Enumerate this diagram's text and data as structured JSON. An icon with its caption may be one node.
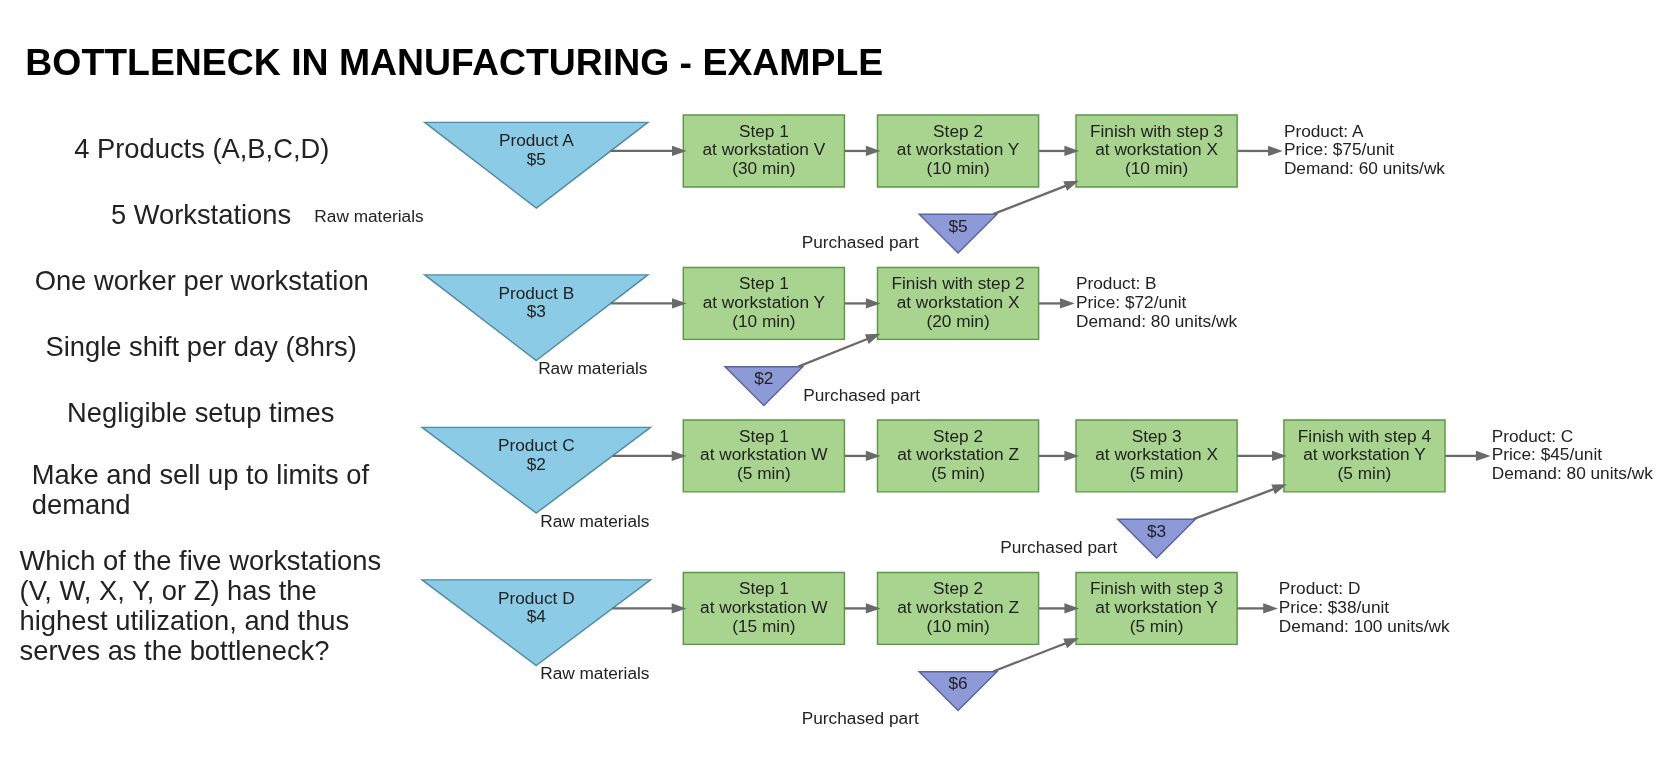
{
  "diagram": {
    "title": "BOTTLENECK IN MANUFACTURING - EXAMPLE",
    "nodes": [
      {
        "text": [
          "Product A",
          "$5"
        ],
        "beside": [
          "Raw materials"
        ]
      },
      {
        "text": [
          "Step 1",
          "at workstation V (30 min)"
        ]
      },
      {
        "text": [
          "Step 2",
          "at workstation Y (10 min)"
        ]
      },
      {
        "text": [
          "Finish with step 3",
          "at workstation X (10 min)"
        ]
      },
      {
        "text": [
          "Product: A",
          "Price: $75/unit",
          "Demand: 60 units/wk"
        ]
      },
      {
        "text": [
          "$5"
        ],
        "beside": [
          "Purchased part"
        ]
      },
      {
        "text": [
          "Product B",
          "$3"
        ],
        "beside": [
          "Raw materials"
        ]
      },
      {
        "text": [
          "Step 1",
          "at workstation Y (10 min)"
        ]
      },
      {
        "text": [
          "Finish with step 2",
          "at workstation X (20 min)"
        ]
      },
      {
        "text": [
          "Product: B",
          "Price: $72/unit",
          "Demand: 80 units/wk"
        ]
      },
      {
        "text": [
          "$2"
        ],
        "beside": [
          "Purchased part"
        ]
      },
      {
        "text": [
          "Product C",
          "$2"
        ],
        "beside": [
          "Raw materials"
        ]
      },
      {
        "text": [
          "Step 1",
          "at workstation W (5 min)"
        ]
      },
      {
        "text": [
          "Step 2",
          "at workstation Z (5 min)"
        ]
      },
      {
        "text": [
          "Step 3",
          "at workstation X (5 min)"
        ]
      },
      {
        "text": [
          "Finish with step 4",
          "at workstation Y (5 min)"
        ]
      },
      {
        "text": [
          "Product: C",
          "Price: $45/unit",
          "Demand: 80 units/wk"
        ]
      },
      {
        "text": [
          "$3"
        ],
        "beside": [
          "Purchased part"
        ]
      },
      {
        "text": [
          "Product D",
          "$4"
        ],
        "beside": [
          "Raw materials"
        ]
      },
      {
        "text": [
          "Step 1",
          "at workstation W (15 min)"
        ]
      },
      {
        "text": [
          "Step 2",
          "at workstation Z (10 min)"
        ]
      },
      {
        "text": [
          "Finish with step 3",
          "at workstation Y (5 min)"
        ]
      },
      {
        "text": [
          "Product: D",
          "Price: $38/unit",
          "Demand: 100 units/wk"
        ]
      },
      {
        "text": [
          "$6"
        ],
        "beside": [
          "Purchased part"
        ]
      }
    ],
    "edges": [
      {
        "from": 0,
        "to": 1,
        "arrow": "to"
      },
      {
        "from": 1,
        "to": 2,
        "arrow": "to"
      },
      {
        "from": 2,
        "to": 3,
        "arrow": "to"
      },
      {
        "from": 5,
        "to": 3,
        "arrow": "to"
      },
      {
        "from": 3,
        "to": 4,
        "arrow": "to"
      },
      {
        "from": 6,
        "to": 7,
        "arrow": "to"
      },
      {
        "from": 7,
        "to": 8,
        "arrow": "to"
      },
      {
        "from": 10,
        "to": 8,
        "arrow": "to"
      },
      {
        "from": 8,
        "to": 9,
        "arrow": "to"
      },
      {
        "from": 11,
        "to": 12,
        "arrow": "to"
      },
      {
        "from": 12,
        "to": 13,
        "arrow": "to"
      },
      {
        "from": 13,
        "to": 14,
        "arrow": "to"
      },
      {
        "from": 14,
        "to": 15,
        "arrow": "to"
      },
      {
        "from": 17,
        "to": 15,
        "arrow": "to"
      },
      {
        "from": 15,
        "to": 16,
        "arrow": "to"
      },
      {
        "from": 18,
        "to": 19,
        "arrow": "to"
      },
      {
        "from": 19,
        "to": 20,
        "arrow": "to"
      },
      {
        "from": 20,
        "to": 21,
        "arrow": "to"
      },
      {
        "from": 23,
        "to": 21,
        "arrow": "to"
      },
      {
        "from": 21,
        "to": 22,
        "arrow": "to"
      }
    ],
    "labels": [
      "4 Products (A,B,C,D)",
      "5 Workstations",
      "One worker per workstation",
      "Single shift per day (8hrs)",
      "Negligible setup times",
      "Make and sell up to limits of demand",
      "Which of the five workstations (V, W, X, Y, or Z) has the highest utilization, and thus serves as the bottleneck?"
    ]
  }
}
